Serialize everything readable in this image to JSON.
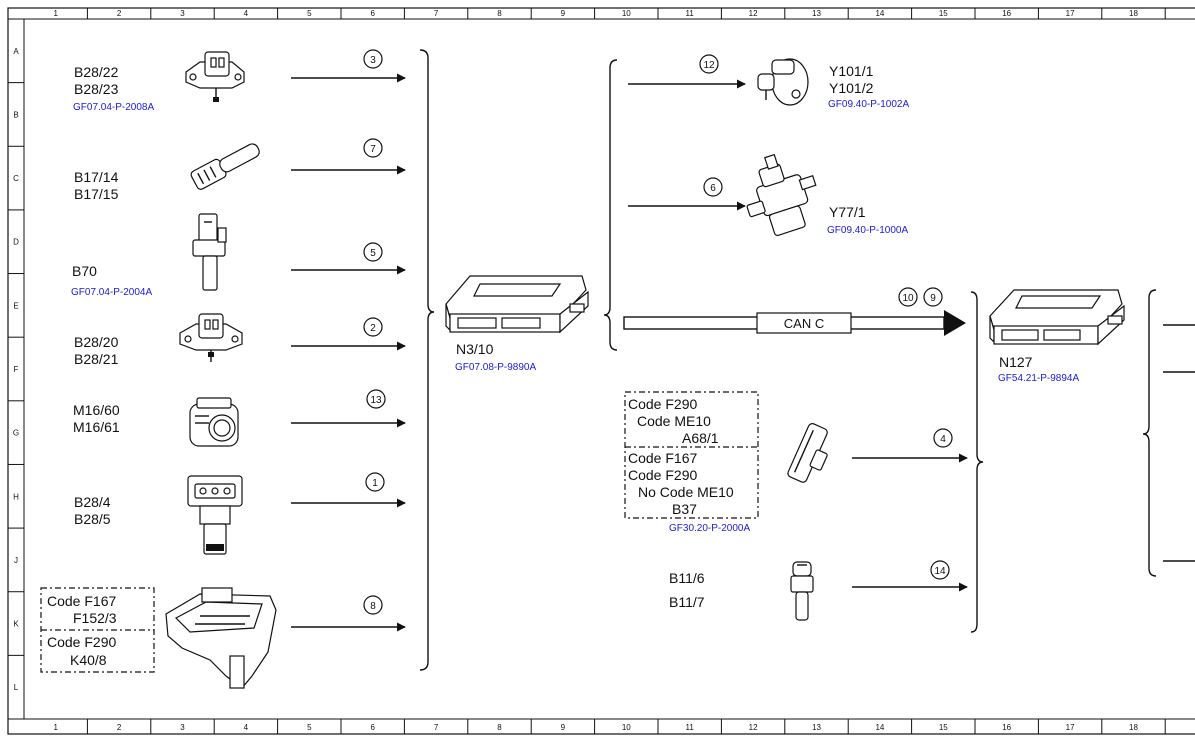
{
  "grid": {
    "columns": [
      "1",
      "2",
      "3",
      "4",
      "5",
      "6",
      "7",
      "8",
      "9",
      "10",
      "11",
      "12",
      "13",
      "14",
      "15",
      "16",
      "17",
      "18"
    ],
    "rows": [
      "A",
      "B",
      "C",
      "D",
      "E",
      "F",
      "G",
      "H",
      "J",
      "K",
      "L"
    ]
  },
  "components": {
    "b28_22": {
      "code1": "B28/22",
      "code2": "B28/23",
      "ref": "GF07.04-P-2008A"
    },
    "b17_14": {
      "code1": "B17/14",
      "code2": "B17/15"
    },
    "b70": {
      "code1": "B70",
      "ref": "GF07.04-P-2004A"
    },
    "b28_20": {
      "code1": "B28/20",
      "code2": "B28/21"
    },
    "m16_60": {
      "code1": "M16/60",
      "code2": "M16/61"
    },
    "b28_4": {
      "code1": "B28/4",
      "code2": "B28/5"
    },
    "f152": {
      "line1": "Code F167",
      "line2": "F152/3",
      "line3": "Code F290",
      "line4": "K40/8"
    },
    "n3_10": {
      "code": "N3/10",
      "ref": "GF07.08-P-9890A"
    },
    "y101": {
      "code1": "Y101/1",
      "code2": "Y101/2",
      "ref": "GF09.40-P-1002A"
    },
    "y77": {
      "code": "Y77/1",
      "ref": "GF09.40-P-1000A"
    },
    "can": {
      "label": "CAN C"
    },
    "a68": {
      "line1": "Code F290",
      "line2": "Code ME10",
      "line3": "A68/1",
      "line4": "Code F167",
      "line5": "Code F290",
      "line6": "No Code ME10",
      "line7": "B37",
      "ref": "GF30.20-P-2000A"
    },
    "b11": {
      "code1": "B11/6",
      "code2": "B11/7"
    },
    "n127": {
      "code": "N127",
      "ref": "GF54.21-P-9894A"
    }
  },
  "signals": {
    "s3": "3",
    "s7": "7",
    "s5": "5",
    "s2": "2",
    "s13": "13",
    "s1": "1",
    "s8": "8",
    "s12": "12",
    "s6": "6",
    "s10": "10",
    "s9": "9",
    "s4": "4",
    "s14": "14"
  }
}
